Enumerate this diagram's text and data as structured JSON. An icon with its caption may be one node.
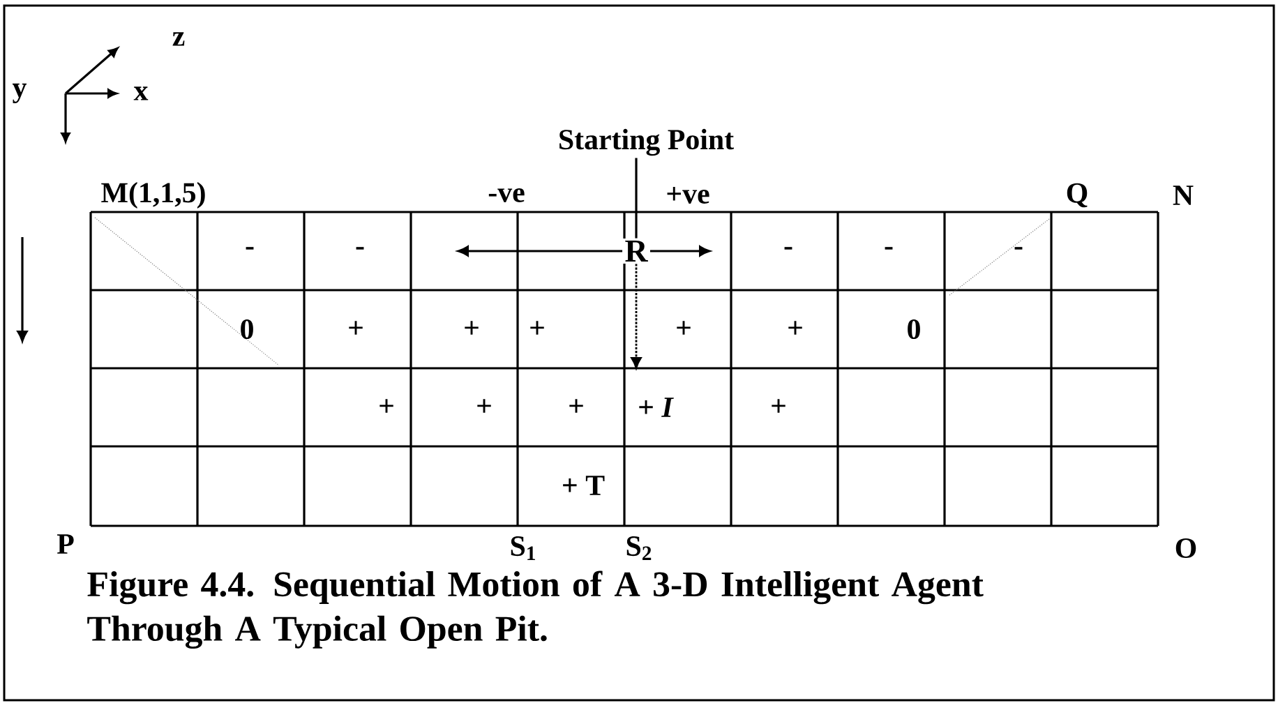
{
  "diagram": {
    "caption": "Figure 4.4. Sequential Motion of A 3-D Intelligent Agent Through A Typical Open Pit.",
    "nodes": [
      {
        "text": [
          "Starting Point"
        ]
      },
      {
        "text": [
          "R"
        ]
      }
    ],
    "edges": [
      {
        "from": 0,
        "to": 1,
        "arrow": "none"
      },
      {
        "from": 1,
        "to": null,
        "arrow": "to"
      },
      {
        "from": 1,
        "to": null,
        "arrow": "to"
      },
      {
        "from": 1,
        "to": null,
        "arrow": "to",
        "style": "dashed"
      }
    ],
    "labels": [
      "z",
      "y",
      "x",
      "M(1,1,5)",
      "-ve",
      "+ve",
      "Q",
      "N",
      "-",
      "-",
      "-",
      "-",
      "-",
      "0",
      "+",
      "+",
      "+",
      "+",
      "+",
      "0",
      "+",
      "+",
      "+",
      "+ *I*",
      "+",
      "+ T",
      "P",
      "S$_{1}$",
      "S$_{2}$",
      "O"
    ]
  }
}
